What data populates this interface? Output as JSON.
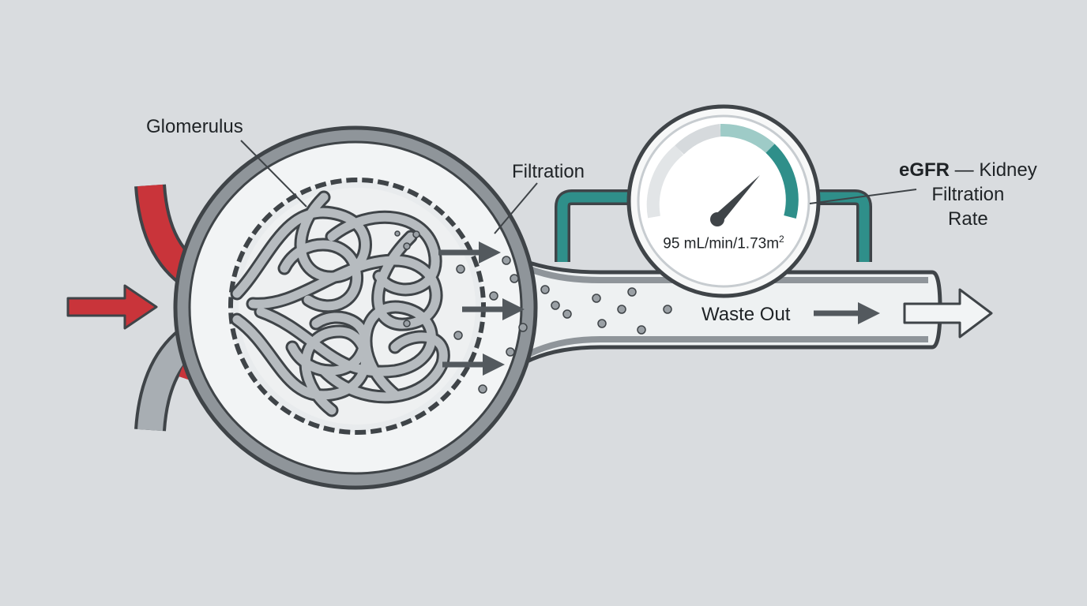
{
  "labels": {
    "glomerulus": "Glomerulus",
    "filtration": "Filtration",
    "waste_out": "Waste Out",
    "egfr_bold": "eGFR",
    "egfr_rest": " — Kidney",
    "egfr_line2": "Filtration",
    "egfr_line3": "Rate"
  },
  "gauge": {
    "reading_base": "95 mL/min/1.73m",
    "reading_exp": "2"
  },
  "colors": {
    "background": "#d9dcdf",
    "outline": "#3f4448",
    "vessel_gray": "#8f959a",
    "blood_red": "#c9343a",
    "teal": "#2f8f8a",
    "capsule_fill": "#f2f4f5",
    "arrow_gray": "#53595e"
  }
}
